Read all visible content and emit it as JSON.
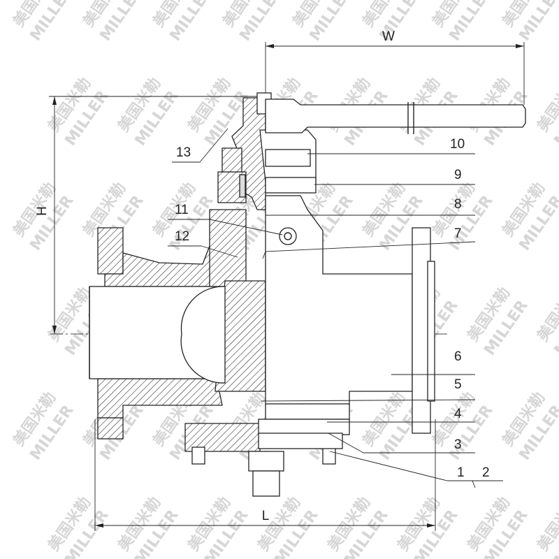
{
  "dimensions": {
    "width_label": "W",
    "height_label": "H",
    "length_label": "L"
  },
  "parts": [
    "1",
    "2",
    "3",
    "4",
    "5",
    "6",
    "7",
    "8",
    "9",
    "10",
    "11",
    "12",
    "13"
  ],
  "watermark": {
    "brand_cn": "美国米勒",
    "brand_en": "MILLER"
  }
}
